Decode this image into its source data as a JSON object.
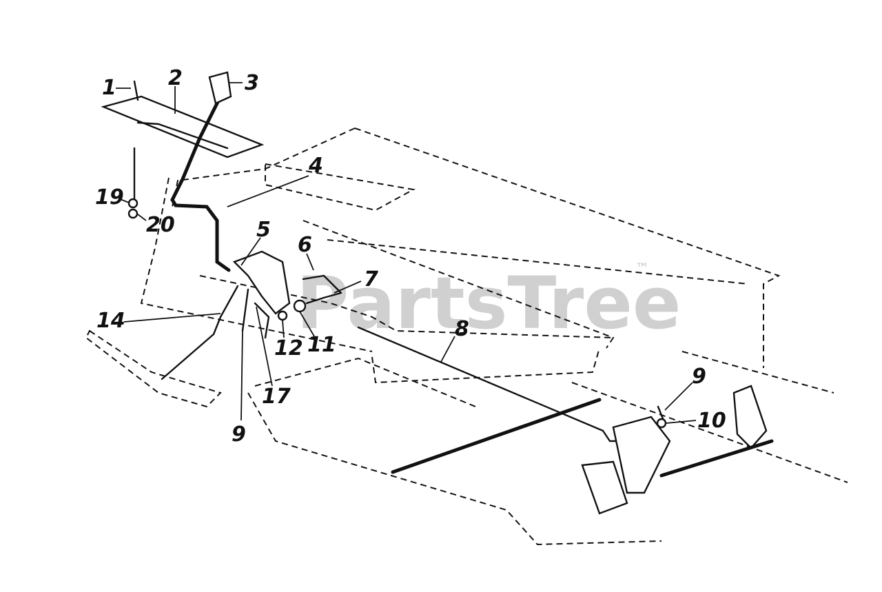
{
  "watermark": {
    "brand": "PartsTree",
    "mark": "™"
  },
  "callouts": [
    {
      "id": "c1",
      "text": "1"
    },
    {
      "id": "c2",
      "text": "2"
    },
    {
      "id": "c3",
      "text": "3"
    },
    {
      "id": "c4",
      "text": "4"
    },
    {
      "id": "c5",
      "text": "5"
    },
    {
      "id": "c6",
      "text": "6"
    },
    {
      "id": "c7",
      "text": "7"
    },
    {
      "id": "c8",
      "text": "8"
    },
    {
      "id": "c9a",
      "text": "9"
    },
    {
      "id": "c9b",
      "text": "9"
    },
    {
      "id": "c10",
      "text": "10"
    },
    {
      "id": "c11",
      "text": "11"
    },
    {
      "id": "c12",
      "text": "12"
    },
    {
      "id": "c14",
      "text": "14"
    },
    {
      "id": "c17",
      "text": "17"
    },
    {
      "id": "c19",
      "text": "19"
    },
    {
      "id": "c20",
      "text": "20"
    }
  ]
}
